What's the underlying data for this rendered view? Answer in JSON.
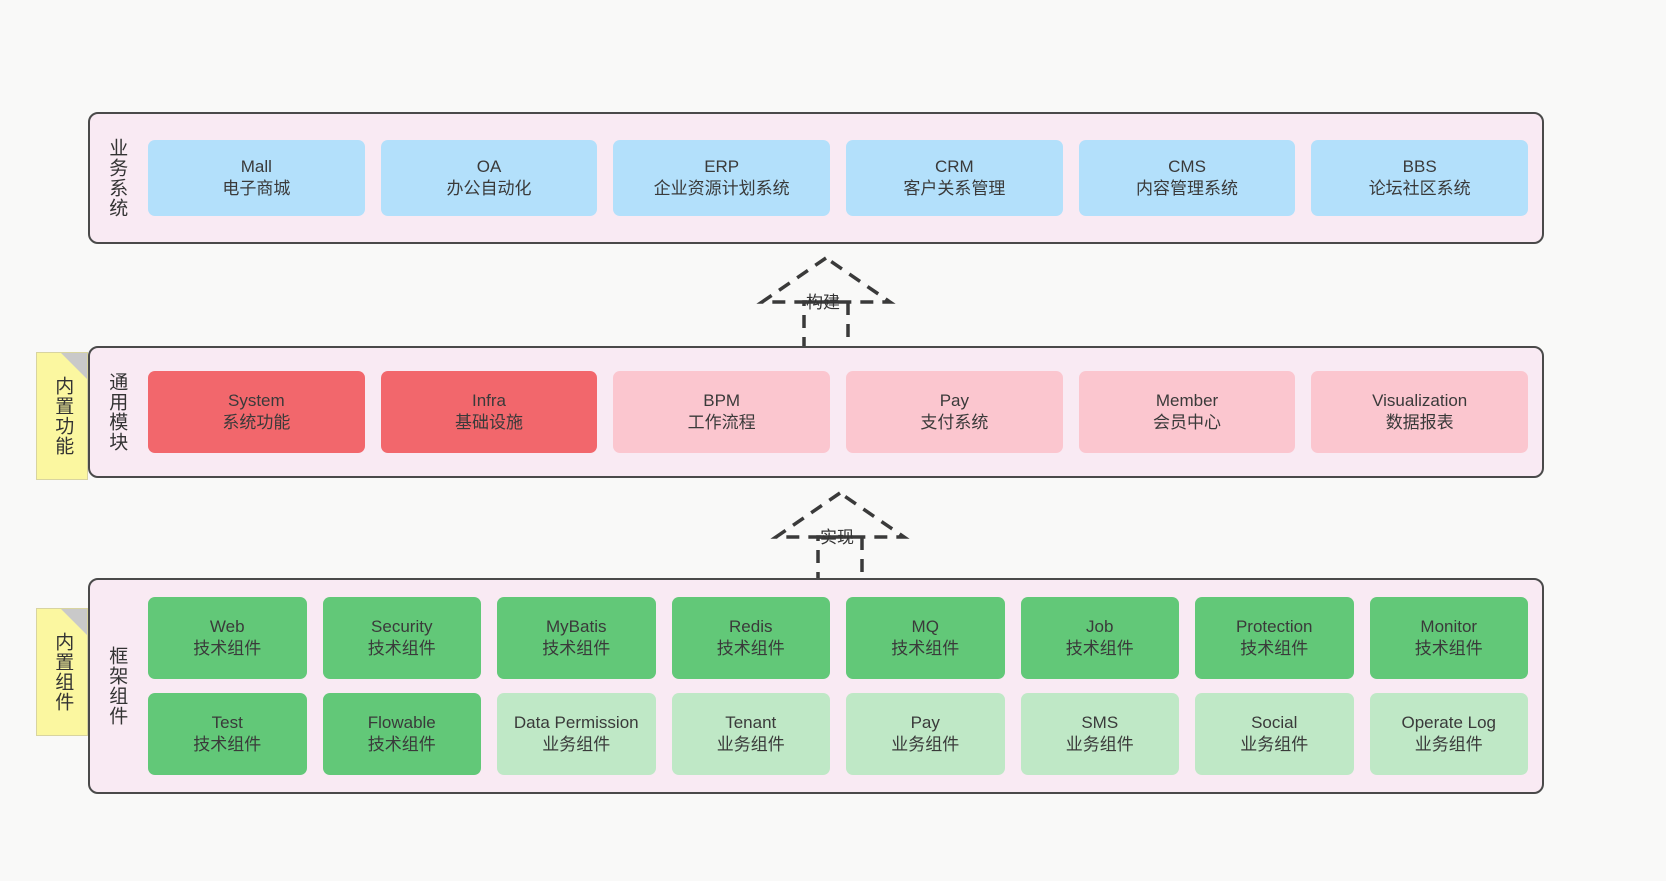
{
  "canvas": {
    "background": "#f9f9f8",
    "panel_fill": "#f9eaf3",
    "panel_border": "#4a4a4a",
    "note_fill": "#fbf7a0",
    "colors": {
      "business_card": "#b3e0fb",
      "module_core": "#f2676c",
      "module_optional": "#fbc6cf",
      "framework_tech": "#62c878",
      "framework_business": "#bfe8c6"
    }
  },
  "layers": {
    "business": {
      "title": "业务系统",
      "cards": [
        {
          "en": "Mall",
          "cn": "电子商城",
          "color": "blue"
        },
        {
          "en": "OA",
          "cn": "办公自动化",
          "color": "blue"
        },
        {
          "en": "ERP",
          "cn": "企业资源计划系统",
          "color": "blue"
        },
        {
          "en": "CRM",
          "cn": "客户关系管理",
          "color": "blue"
        },
        {
          "en": "CMS",
          "cn": "内容管理系统",
          "color": "blue"
        },
        {
          "en": "BBS",
          "cn": "论坛社区系统",
          "color": "blue"
        }
      ]
    },
    "modules": {
      "title": "通用模块",
      "note": "内置功能",
      "cards": [
        {
          "en": "System",
          "cn": "系统功能",
          "color": "red"
        },
        {
          "en": "Infra",
          "cn": "基础设施",
          "color": "red"
        },
        {
          "en": "BPM",
          "cn": "工作流程",
          "color": "pink"
        },
        {
          "en": "Pay",
          "cn": "支付系统",
          "color": "pink"
        },
        {
          "en": "Member",
          "cn": "会员中心",
          "color": "pink"
        },
        {
          "en": "Visualization",
          "cn": "数据报表",
          "color": "pink"
        }
      ]
    },
    "framework": {
      "title": "框架组件",
      "note": "内置组件",
      "row1": [
        {
          "en": "Web",
          "cn": "技术组件",
          "color": "green"
        },
        {
          "en": "Security",
          "cn": "技术组件",
          "color": "green"
        },
        {
          "en": "MyBatis",
          "cn": "技术组件",
          "color": "green"
        },
        {
          "en": "Redis",
          "cn": "技术组件",
          "color": "green"
        },
        {
          "en": "MQ",
          "cn": "技术组件",
          "color": "green"
        },
        {
          "en": "Job",
          "cn": "技术组件",
          "color": "green"
        },
        {
          "en": "Protection",
          "cn": "技术组件",
          "color": "green"
        },
        {
          "en": "Monitor",
          "cn": "技术组件",
          "color": "green"
        }
      ],
      "row2": [
        {
          "en": "Test",
          "cn": "技术组件",
          "color": "green"
        },
        {
          "en": "Flowable",
          "cn": "技术组件",
          "color": "green"
        },
        {
          "en": "Data Permission",
          "cn": "业务组件",
          "color": "lightgreen"
        },
        {
          "en": "Tenant",
          "cn": "业务组件",
          "color": "lightgreen"
        },
        {
          "en": "Pay",
          "cn": "业务组件",
          "color": "lightgreen"
        },
        {
          "en": "SMS",
          "cn": "业务组件",
          "color": "lightgreen"
        },
        {
          "en": "Social",
          "cn": "业务组件",
          "color": "lightgreen"
        },
        {
          "en": "Operate Log",
          "cn": "业务组件",
          "color": "lightgreen"
        }
      ]
    }
  },
  "connectors": [
    {
      "label": "构建",
      "from": "通用模块",
      "to": "业务系统"
    },
    {
      "label": "实现",
      "from": "框架组件",
      "to": "通用模块"
    }
  ]
}
